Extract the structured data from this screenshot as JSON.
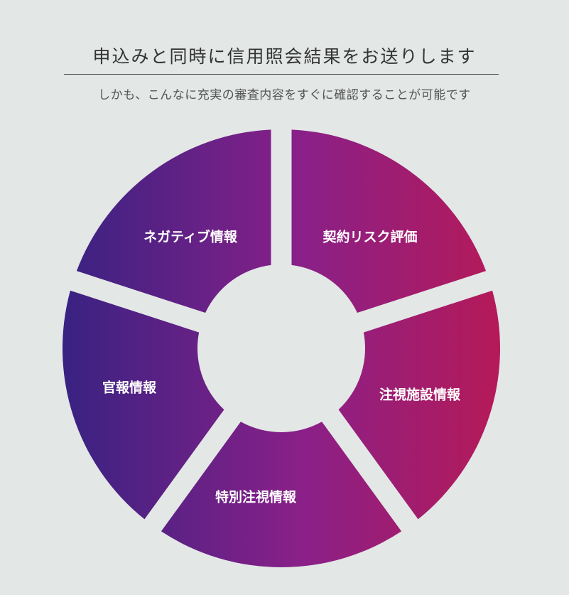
{
  "header": {
    "title": "申込みと同時に信用照会結果をお送りします",
    "subtitle": "しかも、こんなに充実の審査内容をすぐに確認することが可能です"
  },
  "diagram": {
    "segments": [
      {
        "label": "契約リスク評価"
      },
      {
        "label": "注視施設情報"
      },
      {
        "label": "特別注視情報"
      },
      {
        "label": "官報情報"
      },
      {
        "label": "ネガティブ情報"
      }
    ],
    "colors": {
      "gradient_start": "#392282",
      "gradient_mid": "#7a2185",
      "gradient_end": "#b51a58",
      "background": "#e3e7e6",
      "label": "#ffffff"
    }
  }
}
